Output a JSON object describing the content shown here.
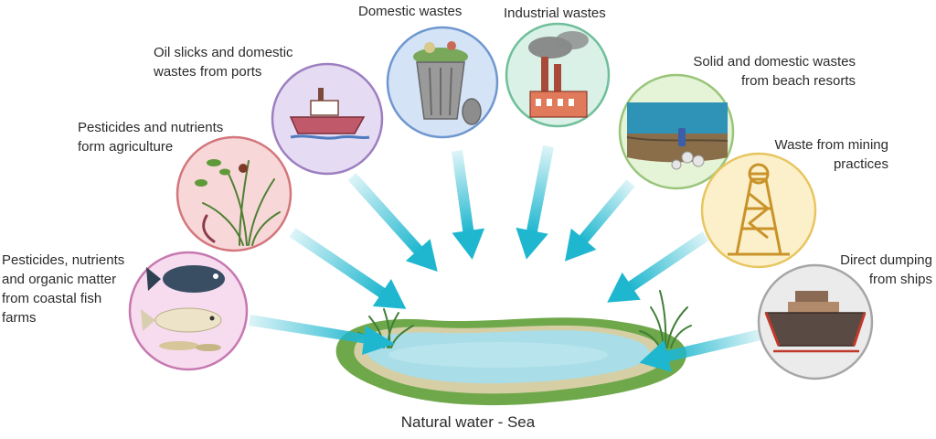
{
  "title": "Natural water - Sea",
  "sources": [
    {
      "id": "fish-farms",
      "label_lines": [
        "Pesticides, nutrients",
        "and organic matter",
        "from coastal fish",
        "farms"
      ],
      "color": "#c678b0",
      "fill": "#f7dcef"
    },
    {
      "id": "agriculture",
      "label_lines": [
        "Pesticides and nutrients",
        "form agriculture"
      ],
      "color": "#d3767c",
      "fill": "#f7d7d8"
    },
    {
      "id": "ports",
      "label_lines": [
        "Oil slicks and domestic",
        "wastes from ports"
      ],
      "color": "#9d7fc0",
      "fill": "#e5dcf3"
    },
    {
      "id": "domestic",
      "label_lines": [
        "Domestic wastes"
      ],
      "color": "#6f97cf",
      "fill": "#d4e3f6"
    },
    {
      "id": "industrial",
      "label_lines": [
        "Industrial wastes"
      ],
      "color": "#6fbf9a",
      "fill": "#d9f1e6"
    },
    {
      "id": "beach-resorts",
      "label_lines": [
        "Solid and domestic wastes",
        "from beach resorts"
      ],
      "color": "#98c57a",
      "fill": "#e5f3d6"
    },
    {
      "id": "mining",
      "label_lines": [
        "Waste from mining",
        "practices"
      ],
      "color": "#e7c560",
      "fill": "#fbf0c9"
    },
    {
      "id": "ships",
      "label_lines": [
        "Direct dumping",
        "from ships"
      ],
      "color": "#a6a6a6",
      "fill": "#ebebeb"
    }
  ],
  "colors": {
    "arrow": "#1fb7cf",
    "water": "#a9dde8",
    "shore": "#6fa84a"
  }
}
